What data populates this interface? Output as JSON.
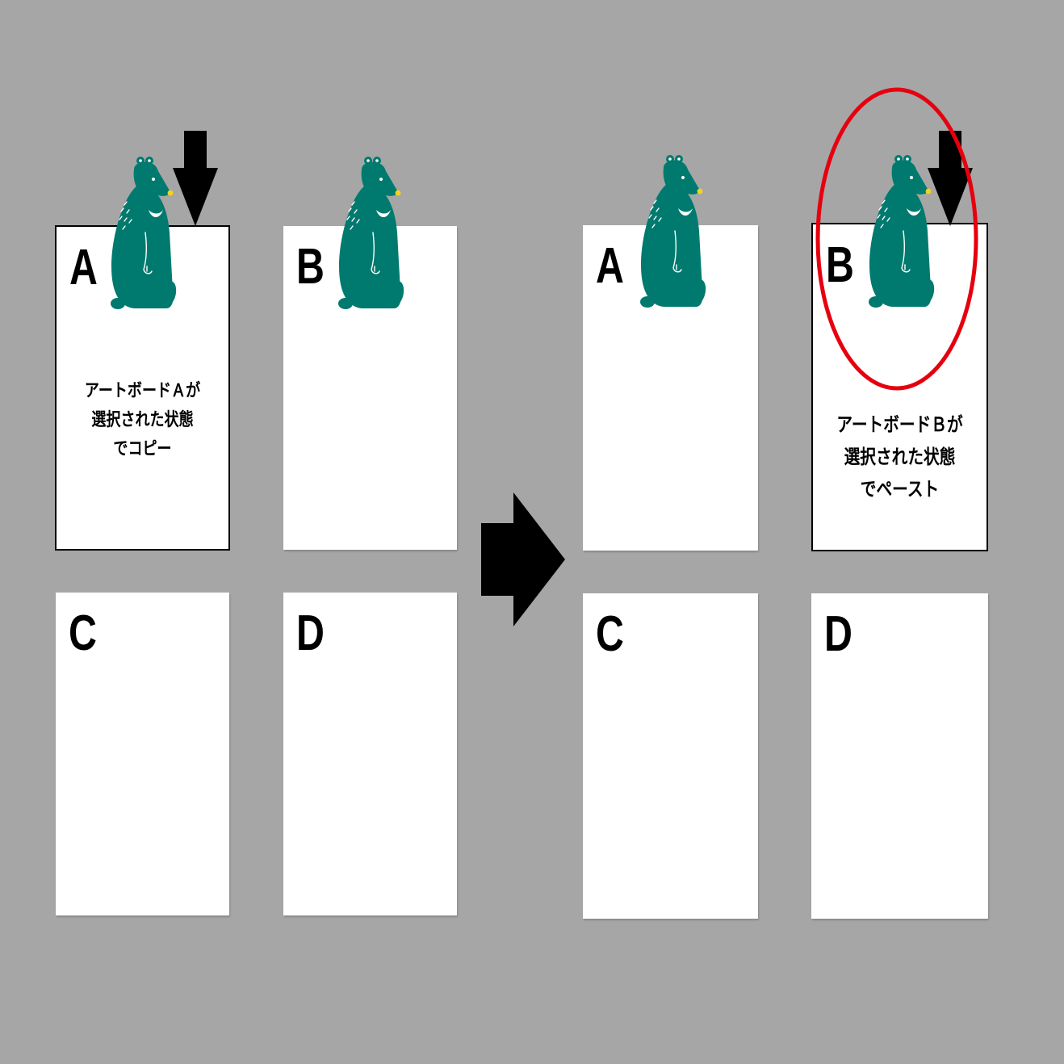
{
  "colors": {
    "background": "#a6a6a6",
    "artboard": "#ffffff",
    "bear": "#007a6e",
    "bear_nose": "#f5d21a",
    "arrow": "#000000",
    "highlight_circle": "#e6000f"
  },
  "icons": {
    "bear": "bear-illustration",
    "down_arrow": "down-arrow-icon",
    "right_arrow": "right-arrow-icon",
    "highlight": "red-circle-highlight"
  },
  "before": {
    "artboards": [
      {
        "letter": "A",
        "selected": true,
        "note": "アートボードＡが\n選択された状態\nでコピー"
      },
      {
        "letter": "B",
        "selected": false,
        "note": ""
      },
      {
        "letter": "C",
        "selected": false,
        "note": ""
      },
      {
        "letter": "D",
        "selected": false,
        "note": ""
      }
    ]
  },
  "after": {
    "artboards": [
      {
        "letter": "A",
        "selected": false,
        "note": ""
      },
      {
        "letter": "B",
        "selected": true,
        "note": "アートボードＢが\n選択された状態\nでペースト"
      },
      {
        "letter": "C",
        "selected": false,
        "note": ""
      },
      {
        "letter": "D",
        "selected": false,
        "note": ""
      }
    ]
  }
}
